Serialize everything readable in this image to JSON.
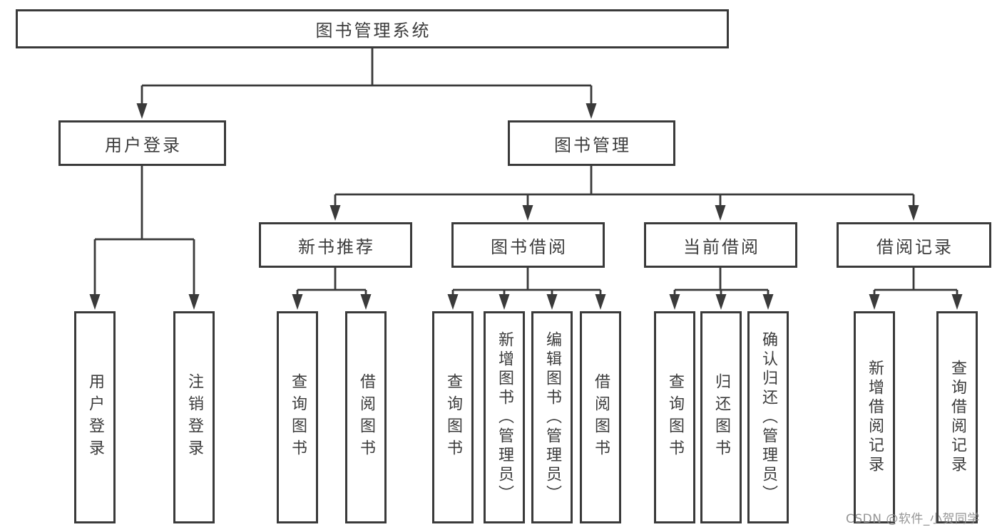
{
  "diagram": {
    "root": {
      "label": "图书管理系统"
    },
    "level2": {
      "user_login": {
        "label": "用户登录"
      },
      "book_management": {
        "label": "图书管理"
      }
    },
    "level3": {
      "new_book_recommend": {
        "label": "新书推荐"
      },
      "book_borrowing": {
        "label": "图书借阅"
      },
      "current_borrowing": {
        "label": "当前借阅"
      },
      "borrowing_records": {
        "label": "借阅记录"
      }
    },
    "leaves": {
      "user_login": {
        "label": "用户登录"
      },
      "logout_login": {
        "label": "注销登录"
      },
      "recommend_query_books": {
        "label": "查询图书"
      },
      "recommend_borrow_books": {
        "label": "借阅图书"
      },
      "borrowing_query_books": {
        "label": "查询图书"
      },
      "borrowing_add_books": {
        "label": "新增图书（管理员）"
      },
      "borrowing_edit_books": {
        "label": "编辑图书（管理员）"
      },
      "borrowing_borrow_books": {
        "label": "借阅图书"
      },
      "current_query_books": {
        "label": "查询图书"
      },
      "current_return_books": {
        "label": "归还图书"
      },
      "current_confirm_return": {
        "label": "确认归还（管理员）"
      },
      "records_add_record": {
        "label": "新增借阅记录"
      },
      "records_query_record": {
        "label": "查询借阅记录"
      }
    },
    "watermark": {
      "text": "CSDN @软件_小贺同学"
    },
    "colors": {
      "stroke": "#3a3a3a",
      "text": "#3c3c3c",
      "background": "#ffffff",
      "watermark": "#8c8c8c"
    }
  }
}
